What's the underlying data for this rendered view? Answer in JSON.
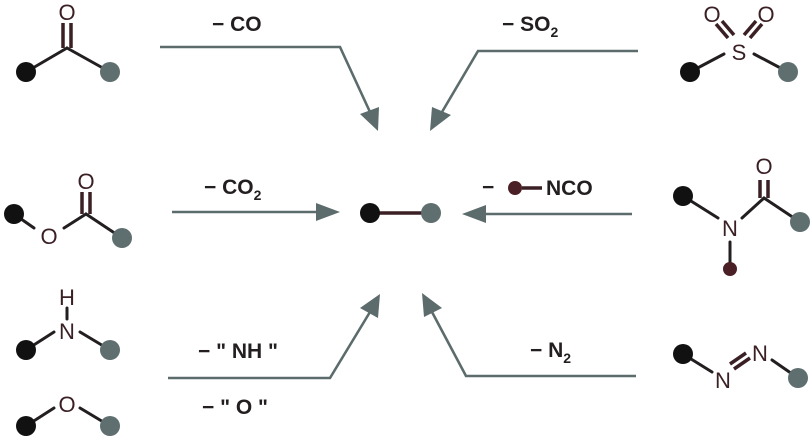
{
  "colors": {
    "bond": "#231f20",
    "heteroatom": "#3a1f24",
    "arrow": "#5c6b6b",
    "atom_left": "#111111",
    "atom_right": "#5f6e6e"
  },
  "atoms": {
    "ketone_o": "O",
    "sulfonyl_s": "S",
    "sulfonyl_o1": "O",
    "sulfonyl_o2": "O",
    "ester_o_carbonyl": "O",
    "ester_o_ether": "O",
    "amide_o": "O",
    "amide_n": "N",
    "amine_h": "H",
    "amine_n": "N",
    "ether_o": "O",
    "azo_n1": "N",
    "azo_n2": "N"
  },
  "labels": {
    "minus_co": "− CO",
    "minus_so2_main": "− SO",
    "minus_so2_sub": "2",
    "minus_co2_main": "− CO",
    "minus_co2_sub": "2",
    "minus_nco_dash": "−",
    "minus_nco_text": "NCO",
    "minus_nh": "− \" NH \"",
    "minus_o": "− \" O \"",
    "minus_n2_main": "− N",
    "minus_n2_sub": "2"
  }
}
